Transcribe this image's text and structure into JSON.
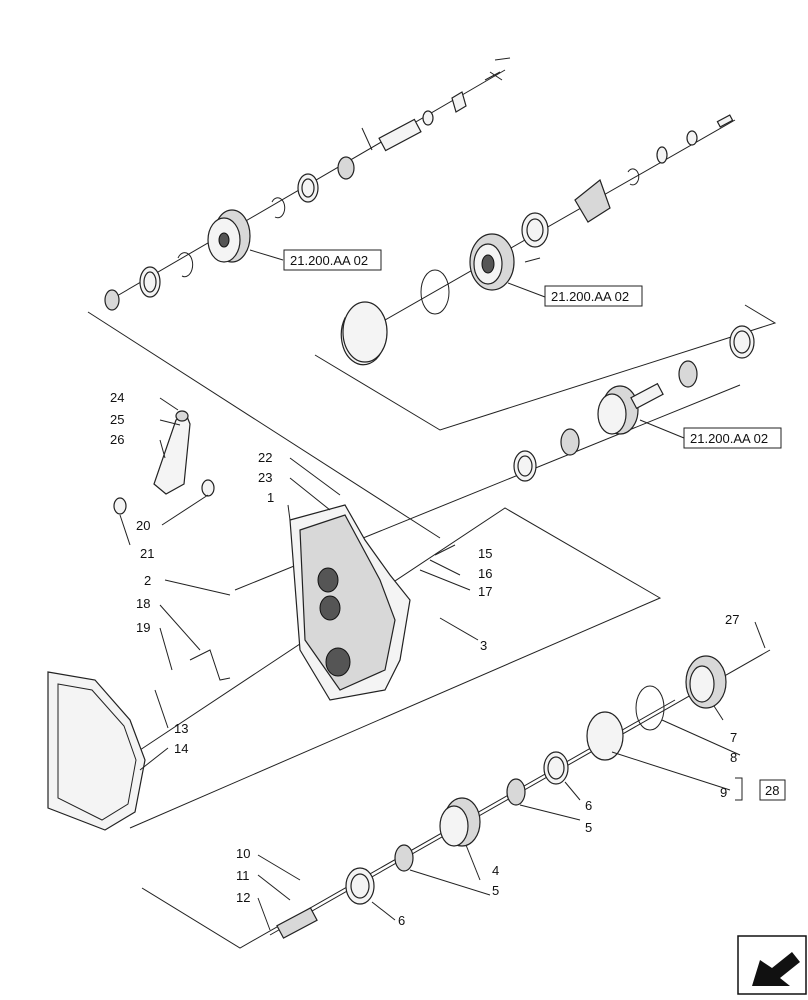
{
  "callouts": [
    "1",
    "2",
    "3",
    "4",
    "5",
    "5",
    "6",
    "6",
    "7",
    "8",
    "9",
    "10",
    "11",
    "12",
    "13",
    "14",
    "15",
    "16",
    "17",
    "18",
    "19",
    "20",
    "21",
    "22",
    "23",
    "24",
    "25",
    "26",
    "27"
  ],
  "references": {
    "upper_shaft": "21.200.AA 02",
    "upper_housing": "21.200.AA 02",
    "middle_gear": "21.200.AA 02",
    "kit": "28"
  },
  "nav_icon": "arrow-icon"
}
